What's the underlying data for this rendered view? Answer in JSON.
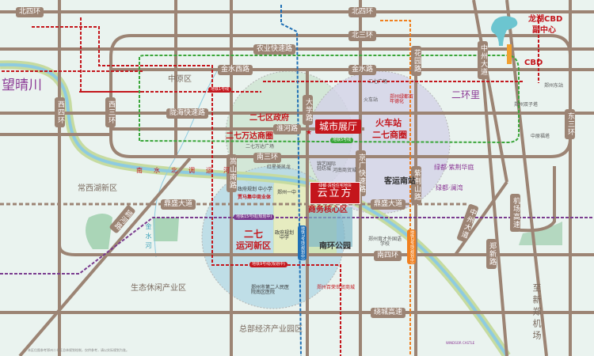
{
  "colors": {
    "background": "#eaf3ef",
    "road": "#9c8474",
    "accent_red": "#c4161c",
    "metro_green": "#3aa63a",
    "metro_blue": "#1f6fb5",
    "metro_orange": "#f08020",
    "metro_purple": "#7a3b8f",
    "river": "#8ecbe0",
    "river_bank": "#c6dba0"
  },
  "roads": {
    "north4": "北四环",
    "north3": "北三环",
    "nongye": "农业快速路",
    "jinshuixi": "金水西路",
    "jinshui": "金水路",
    "longhai": "陇海快速路",
    "huaihe": "淮河路",
    "south3": "南三环",
    "dingsheng": "鼎盛大道",
    "dingsheng2": "鼎盛大道",
    "south4": "南四环",
    "raocheng": "绕城高速",
    "west4": "西四环",
    "west3": "西三环",
    "songshan": "嵩山南路",
    "daxue": "大学路",
    "jingguang": "京广快速路",
    "huayuan": "花园路",
    "zijingshan": "紫荆山路",
    "zhongzhou": "中州大道",
    "zhongzhou2": "中州大道",
    "east3": "东三环",
    "zhengxin": "郑新路",
    "airport": "机场高速",
    "to_airport": "至新郑机场",
    "shuiqiang": "南水北调运河",
    "diagonal": "颍河路"
  },
  "districts": {
    "zhongyuan": "中原区",
    "changxihu": "常西湖新区",
    "eco": "生态休闲产业区",
    "hq": "总部经济产业园区",
    "wangqing": "望晴川",
    "jinshuihe": "金水河"
  },
  "highlights": {
    "gov27": "二七区政府",
    "wanda": "二七万达商圈",
    "station": "火车站",
    "station2": "二七商圈",
    "yunhe1": "二七",
    "yunhe2": "运河新区",
    "cbd_sub1": "龙湖CBD",
    "cbd_sub2": "副中心",
    "cbd": "CBD",
    "core": "商务核心区",
    "park": "南环公园",
    "showroom": "城市展厅",
    "bus_station": "客运南站"
  },
  "landmarks": {
    "wanda_plaza": "二七万达广场",
    "hongxing": "红星美凯龙",
    "erqi_square": "二七广场",
    "train": "火车站",
    "lvdu_old": "郑州绿都百年德化",
    "twin": "郑州双子塔",
    "east_station": "郑州东站",
    "tv_tower": "中原福塔",
    "jinye": "锦艺国际轻纺城",
    "henan_shop": "河南商贸城",
    "school1": "政府规划 中小学",
    "shopping": "贾马集中商业体",
    "zz1": "郑州一中",
    "school2": "政府规划中学",
    "hospital": "郑州市第二人民医院南区医院",
    "ximao": "郑州百荣世贸商城",
    "foreign_school": "郑州育才外国语学校",
    "lvdu_zijing": "绿都·紫荆华庭",
    "lvdu_lan": "绿都·澜湾",
    "erhuanli": "二环里",
    "windsor": "WINDSOR CASTLE"
  },
  "metro": {
    "line1": "地铁1号线",
    "line5": "地铁5号线",
    "line15": "地铁15号线(规划中)",
    "line9": "地铁9号线(规划中)",
    "line7": "地铁7号线(规划中)",
    "line2": "地铁2号线(规划中)"
  },
  "project": {
    "tagline": "绿都·清悦住宅地块",
    "name": "云立方"
  },
  "footer": "本区位图参考郑州二七区总体规划绘制，仅供参考，请以实际规划为准。"
}
